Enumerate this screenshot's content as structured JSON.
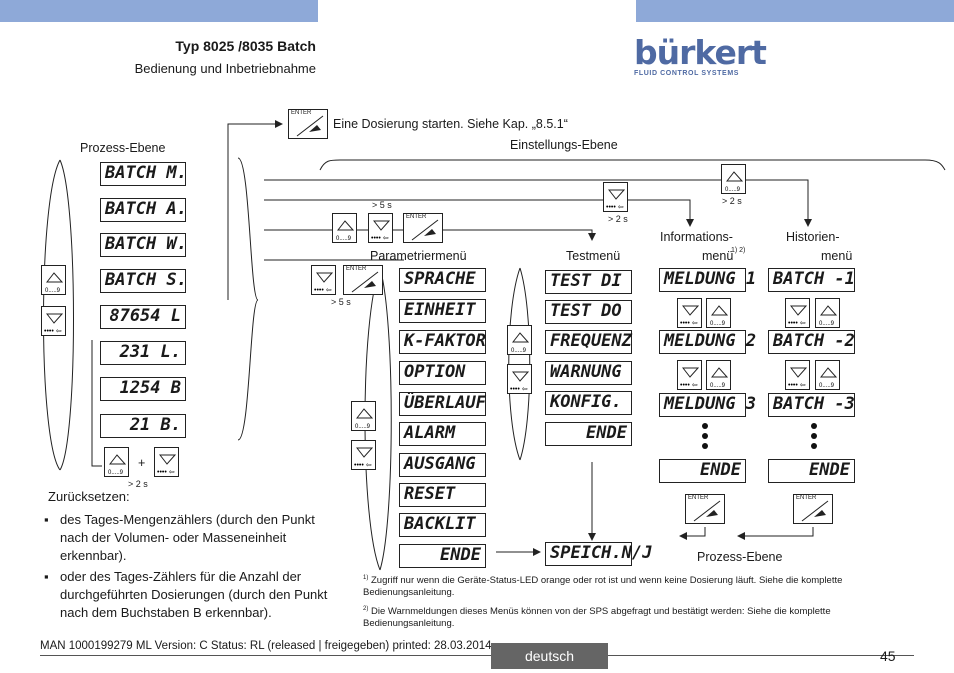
{
  "header": {
    "title": "Typ 8025 /8035 Batch",
    "subtitle": "Bedienung und Inbetriebnahme",
    "logo_text": "bürkert",
    "logo_tagline": "FLUID CONTROL SYSTEMS"
  },
  "diagram": {
    "prozess_ebene_top": "Prozess-Ebene",
    "dosierung_text": "Eine Dosierung starten. Siehe Kap. „8.5.1“",
    "einstellungs_ebene": "Einstellungs-Ebene",
    "parametriermenu": "Parametriermenü",
    "testmenu": "Testmenü",
    "informationsmenu_1": "Informations-",
    "informationsmenu_2": "menü",
    "informationsmenu_sup": "1) 2)",
    "historienmenu_1": "Historien-",
    "historienmenu_2": "menü",
    "prozess_ebene_bottom": "Prozess-Ebene",
    "time_5s": "> 5 s",
    "time_2s": "> 2 s",
    "plus": "+",
    "key_enter": "ENTER",
    "key_digits": "0.....9",
    "process_displays": [
      "BATCH M.",
      "BATCH A.",
      "BATCH W.",
      "BATCH S.",
      "87654 L",
      "231 L.",
      "1254 B",
      "21 B."
    ],
    "param_items": [
      "SPRACHE",
      "EINHEIT",
      "K-FAKTOR",
      "OPTION",
      "ÜBERLAUF",
      "ALARM",
      "AUSGANG",
      "RESET",
      "BACKLIT",
      "ENDE"
    ],
    "test_items": [
      "TEST DI",
      "TEST DO",
      "FREQUENZ",
      "WARNUNG",
      "KONFIG.",
      "ENDE"
    ],
    "info_items": [
      "MELDUNG 1",
      "MELDUNG 2",
      "MELDUNG 3",
      "ENDE"
    ],
    "hist_items": [
      "BATCH -1",
      "BATCH -2",
      "BATCH -3",
      "ENDE"
    ],
    "speich": "SPEICH.N/J"
  },
  "reset_text": {
    "heading": "Zurücksetzen:",
    "bullet1": "des Tages-Mengenzählers (durch den Punkt nach der Volumen- oder Masseneinheit erkennbar).",
    "bullet2": "oder des Tages-Zählers für die Anzahl der durchgeführten Dosierungen (durch den Punkt nach dem Buchstaben B erkennbar)."
  },
  "footnotes": {
    "n1_mark": "1)",
    "n1": "Zugriff nur wenn die Geräte-Status-LED orange oder rot ist und wenn keine Dosierung läuft. Siehe die komplette Bedienungsanleitung.",
    "n2_mark": "2)",
    "n2": "Die Warnmeldungen dieses Menüs können von der SPS abgefragt und bestätigt werden: Siehe die komplette Bedienungsanleitung."
  },
  "footer": {
    "meta": "MAN  1000199279  ML  Version: C Status: RL (released | freigegeben)  printed: 28.03.2014",
    "language": "deutsch",
    "page": "45"
  },
  "colors": {
    "top_bar": "#8ea9d8",
    "brand": "#4f6aa3",
    "lang_tab": "#656565"
  }
}
